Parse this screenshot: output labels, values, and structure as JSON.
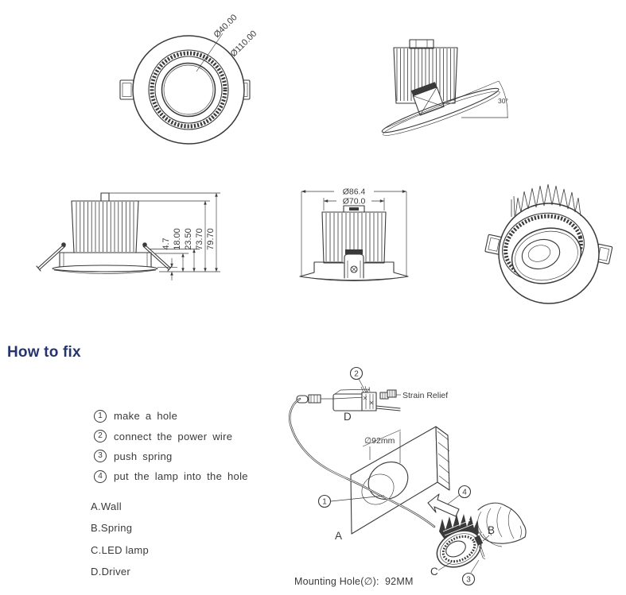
{
  "colors": {
    "line": "#3a3a3a",
    "heading": "#25356e",
    "text": "#3a3a3a",
    "background": "#ffffff"
  },
  "drawings": {
    "top_view": {
      "dim_lens": "Ø40.00",
      "dim_outer": "Ø110.00"
    },
    "tilted_view": {
      "angle": "30°"
    },
    "side_view": {
      "dim_lip": "4.7",
      "dim_recess": "18.00",
      "dim_trim": "23.50",
      "dim_body": "73.70",
      "dim_total": "79.70"
    },
    "rear_view": {
      "dim_outer": "Ø86.4",
      "dim_inner": "Ø70.0"
    }
  },
  "how_to_fix": {
    "heading": "How to fix",
    "steps": [
      {
        "num": "1",
        "text": "make a hole"
      },
      {
        "num": "2",
        "text": "connect the power wire"
      },
      {
        "num": "3",
        "text": "push spring"
      },
      {
        "num": "4",
        "text": "put the lamp into the hole"
      }
    ],
    "parts": [
      {
        "label": "A.Wall"
      },
      {
        "label": "B.Spring"
      },
      {
        "label": "C.LED lamp"
      },
      {
        "label": "D.Driver"
      }
    ]
  },
  "install_diagram": {
    "strain_relief": "Strain Relief",
    "hole_dim": "∅92mm",
    "mounting_hole": "Mounting Hole(∅):  92MM",
    "callouts": {
      "step1": "1",
      "step2": "2",
      "step3": "3",
      "step4": "4",
      "wall": "A",
      "spring": "B",
      "led_lamp": "C",
      "driver": "D"
    }
  }
}
